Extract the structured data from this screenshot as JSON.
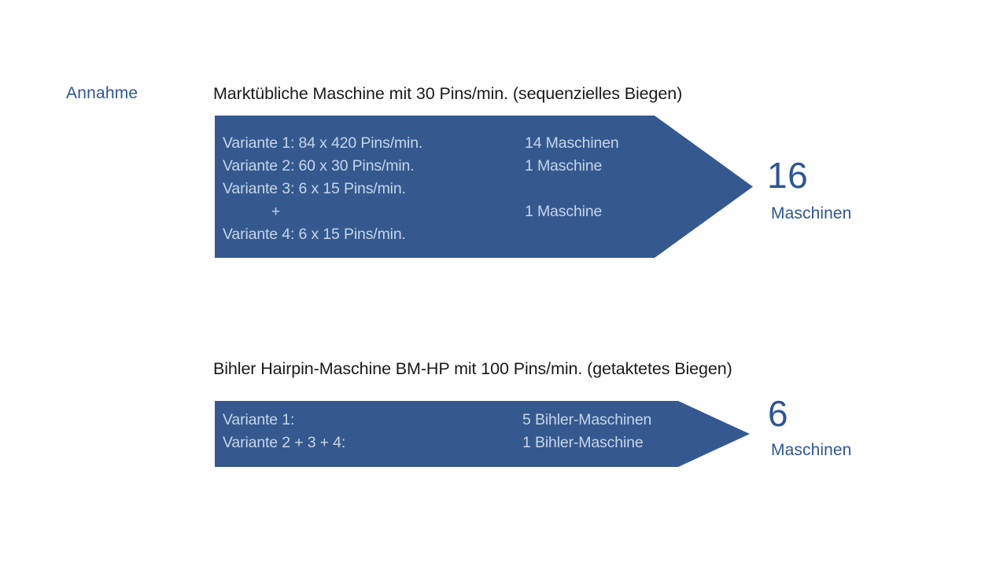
{
  "slide": {
    "assumption_label": "Annahme",
    "background_color": "#ffffff",
    "accent_blue": "#2f5597",
    "arrow_fill": "#35598f",
    "arrow_text_color": "#c6d5ea"
  },
  "sections": [
    {
      "heading": "Marktübliche Maschine mit 30 Pins/min. (sequenzielles Biegen)",
      "rows": [
        {
          "left": "Variante 1: 84 x 420 Pins/min.",
          "right": "14 Maschinen"
        },
        {
          "left": "Variante 2: 60 x 30 Pins/min.",
          "right": "1 Maschine"
        },
        {
          "left": "Variante 3: 6 x 15 Pins/min.",
          "right": ""
        },
        {
          "left": "+",
          "right": "1 Maschine"
        },
        {
          "left": "Variante 4: 6 x 15 Pins/min.",
          "right": ""
        }
      ],
      "result_number": "16",
      "result_unit": "Maschinen"
    },
    {
      "heading": "Bihler Hairpin-Maschine BM-HP mit 100 Pins/min. (getaktetes Biegen)",
      "rows": [
        {
          "left": "Variante 1:",
          "right": "5 Bihler-Maschinen"
        },
        {
          "left": "Variante 2 + 3 + 4:",
          "right": "1 Bihler-Maschine"
        }
      ],
      "result_number": "6",
      "result_unit": "Maschinen"
    }
  ]
}
